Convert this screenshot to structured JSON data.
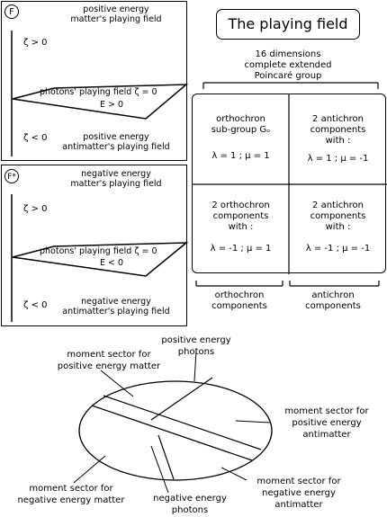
{
  "title": "The playing field",
  "panel_f": {
    "badge": "F",
    "top_label_line1": "positive energy",
    "top_label_line2": "matter's playing field",
    "zeta_pos": "ζ > 0",
    "plane_label_line1": "photons' playing field ζ = 0",
    "plane_label_line2": "E > 0",
    "zeta_neg": "ζ < 0",
    "bottom_label_line1": "positive energy",
    "bottom_label_line2": "antimatter's playing field"
  },
  "panel_fstar": {
    "badge": "F*",
    "top_label_line1": "negative energy",
    "top_label_line2": "matter's playing field",
    "zeta_pos": "ζ > 0",
    "plane_label_line1": "photons' playing field ζ = 0",
    "plane_label_line2": "E < 0",
    "zeta_neg": "ζ < 0",
    "bottom_label_line1": "negative energy",
    "bottom_label_line2": "antimatter's playing field"
  },
  "group": {
    "header_line1": "16 dimensions",
    "header_line2": "complete extended",
    "header_line3": "Poincaré group",
    "cells": [
      {
        "line1": "orthochron",
        "line2": "sub-group Gₒ",
        "line3": "",
        "formula": "λ = 1 ;  μ = 1"
      },
      {
        "line1": "2 antichron",
        "line2": "components",
        "line3": "with :",
        "formula": "λ = 1 ;  μ = -1"
      },
      {
        "line1": "2 orthochron",
        "line2": "components",
        "line3": "with :",
        "formula": "λ = -1 ;  μ = 1"
      },
      {
        "line1": "2 antichron",
        "line2": "components",
        "line3": "with :",
        "formula": "λ = -1 ;  μ = -1"
      }
    ],
    "footer_left_line1": "orthochron",
    "footer_left_line2": "components",
    "footer_right_line1": "antichron",
    "footer_right_line2": "components"
  },
  "moment": {
    "pos_photons_line1": "positive energy",
    "pos_photons_line2": "photons",
    "pos_matter_line1": "moment sector for",
    "pos_matter_line2": "positive energy matter",
    "pos_anti_line1": "moment sector for",
    "pos_anti_line2": "positive energy",
    "pos_anti_line3": "antimatter",
    "neg_anti_line1": "moment sector for",
    "neg_anti_line2": "negative energy",
    "neg_anti_line3": "antimatter",
    "neg_photons_line1": "negative energy",
    "neg_photons_line2": "photons",
    "neg_matter_line1": "moment sector for",
    "neg_matter_line2": "negative energy matter"
  }
}
